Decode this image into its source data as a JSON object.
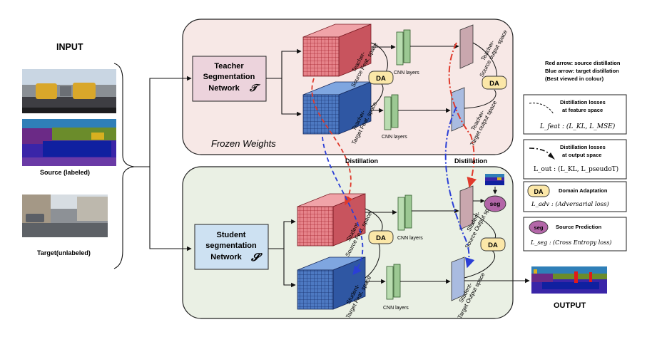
{
  "input": {
    "heading": "INPUT",
    "source_caption": "Source (labeled)",
    "target_caption": "Target(unlabeled)"
  },
  "teacher": {
    "box_line1": "Teacher",
    "box_line2": "Segmentation",
    "box_line3": "Network",
    "symbol": "𝒯",
    "frozen": "Frozen Weights",
    "source_feat_line1": "Teacher-",
    "source_feat_line2": "Source Feat. space",
    "target_feat_line1": "Teacher-",
    "target_feat_line2": "Target Feat. space",
    "source_out_line1": "Teacher-",
    "source_out_line2": "Source output space",
    "target_out_line1": "Teacher-",
    "target_out_line2": "Target output space"
  },
  "student": {
    "box_line1": "Student",
    "box_line2": "segmentation",
    "box_line3": "Network",
    "symbol": "𝓢",
    "source_feat_line1": "Student-",
    "source_feat_line2": "Source Feat. space",
    "target_feat_line1": "Student-",
    "target_feat_line2": "Target Feat. space",
    "source_out_line1": "Student-",
    "source_out_line2": "Source Output space",
    "target_out_line1": "Student-",
    "target_out_line2": "Target Output space"
  },
  "labels": {
    "cnn_layers": "CNN layers",
    "da": "DA",
    "seg": "seg",
    "distillation": "Distillation",
    "output": "OUTPUT"
  },
  "legend": {
    "note1": "Red arrow: source distillation",
    "note2": "Blue arrow: target distillation",
    "note3": "(Best viewed in colour)",
    "feat_title1": "Distillation losses",
    "feat_title2": "at feature space",
    "feat_formula": "L_feat : (L_KL, L_MSE)",
    "out_title1": "Distillation losses",
    "out_title2": "at output space",
    "out_formula": "L_out : (L_KL, L_pseudoT)",
    "da_title": "Domain Adaptation",
    "da_formula": "L_adv : (Adversarial loss)",
    "seg_title": "Source Prediction",
    "seg_formula": "L_seg : (Cross Entropy loss)"
  },
  "colors": {
    "teacher_panel": "#f7e8e6",
    "student_panel": "#eaf0e4",
    "teacher_box": "#ecd3dc",
    "student_box": "#cde1f2",
    "source_cube": "#e6838a",
    "target_cube": "#4d79c2",
    "cnn": "#b9dcb0",
    "da_fill": "#fbe7a8",
    "seg_fill": "#b366a8",
    "red_arrow": "#e03a2c",
    "blue_arrow": "#2b3fd6"
  }
}
